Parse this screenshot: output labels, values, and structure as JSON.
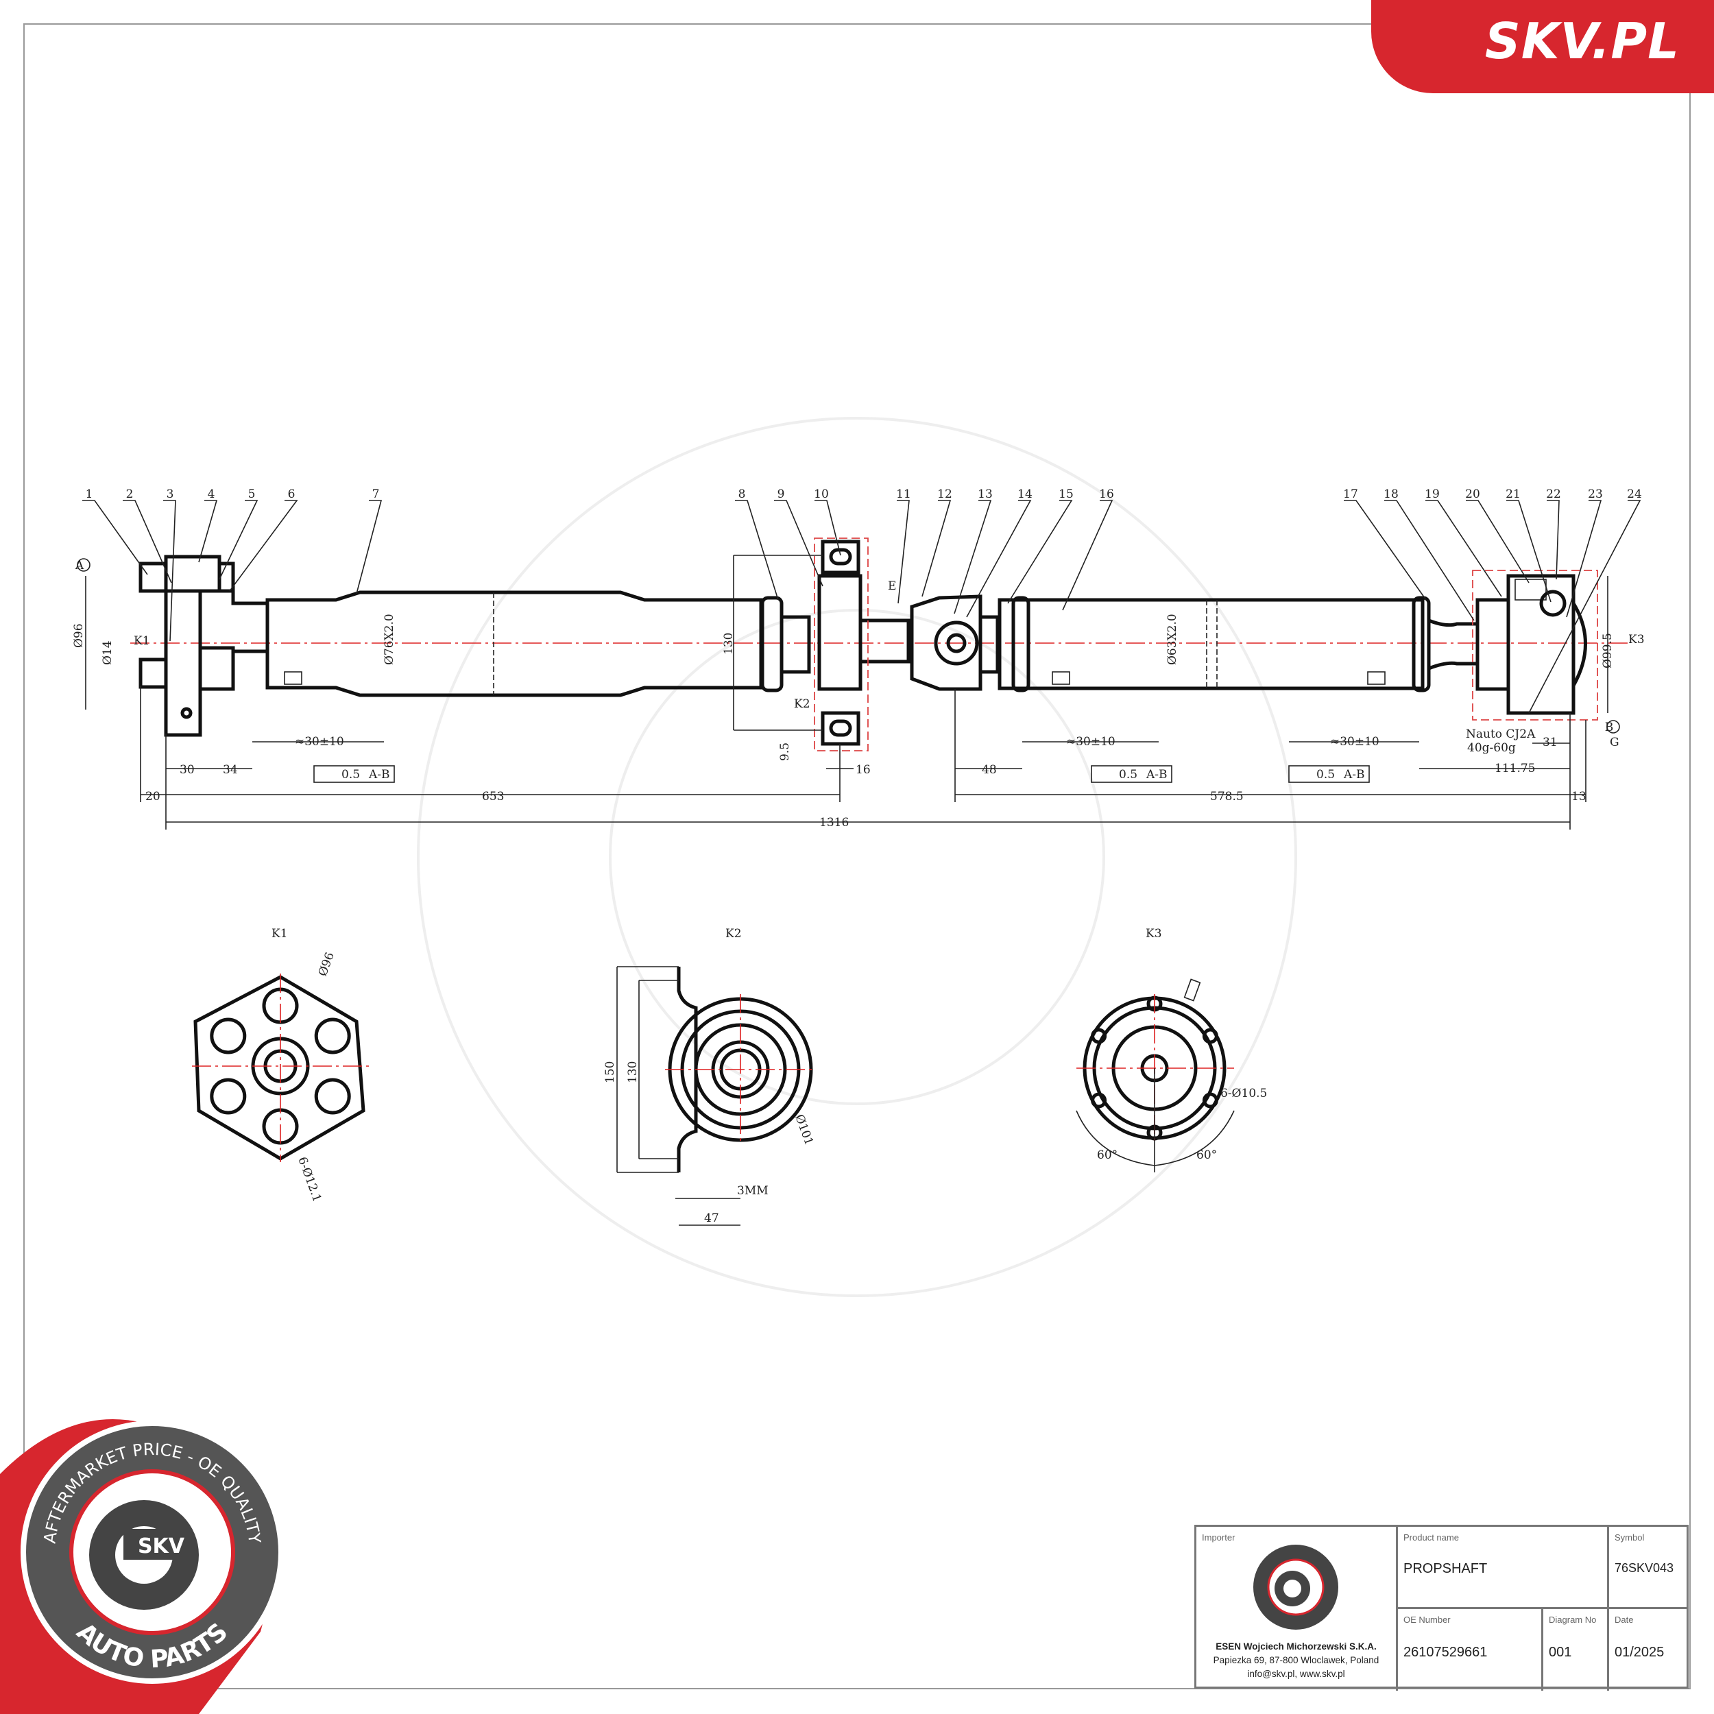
{
  "brand": {
    "site": "SKV.PL",
    "badge_top": "AFTERMARKET PRICE - OE QUALITY",
    "badge_bottom": "AUTO PARTS",
    "badge_center": "SKV",
    "accent": "#d7262e"
  },
  "balloons": [
    "1",
    "2",
    "3",
    "4",
    "5",
    "6",
    "7",
    "8",
    "9",
    "10",
    "11",
    "12",
    "13",
    "14",
    "15",
    "16",
    "17",
    "18",
    "19",
    "20",
    "21",
    "22",
    "23",
    "24"
  ],
  "main_view": {
    "datum_a": "A",
    "datum_b": "B",
    "dia_flange": "Ø96",
    "dia_14": "Ø14",
    "k1": "K1",
    "k2": "K2",
    "k3": "K3",
    "tube1": "Ø76X2.0",
    "tube2": "Ø63X2.0",
    "height_130": "130",
    "dia_cv": "Ø99.5",
    "d30": "30",
    "d34": "34",
    "d20": "20",
    "d653": "653",
    "d1316": "1316",
    "d9_5": "9.5",
    "d16": "16",
    "d48": "48",
    "d578_5": "578.5",
    "d13": "13",
    "d111_75": "111.75",
    "d31": "31",
    "balance": "≈30±10",
    "runout_value": "0.5",
    "runout_ref": "A-B",
    "grease": "Nauto CJ2A",
    "grease_qty": "40g-60g",
    "section_e": "E",
    "section_g": "G"
  },
  "k1_view": {
    "label": "K1",
    "dia": "Ø96",
    "holes": "6-Ø12.1"
  },
  "k2_view": {
    "label": "K2",
    "h150": "150",
    "h130": "130",
    "dia": "Ø101",
    "thk": "3MM",
    "w47": "47"
  },
  "k3_view": {
    "label": "K3",
    "holes": "6-Ø10.5",
    "angle1": "60°",
    "angle2": "60°"
  },
  "title_block": {
    "importer_label": "Importer",
    "importer_name": "ESEN Wojciech Michorzewski S.K.A.",
    "importer_address": "Papiezka 69, 87-800 Wloclawek, Poland",
    "importer_contact": "info@skv.pl, www.skv.pl",
    "product_label": "Product name",
    "product": "PROPSHAFT",
    "symbol_label": "Symbol",
    "symbol": "76SKV043",
    "oe_label": "OE Number",
    "oe": "26107529661",
    "diagram_label": "Diagram No",
    "diagram": "001",
    "date_label": "Date",
    "date": "01/2025"
  }
}
